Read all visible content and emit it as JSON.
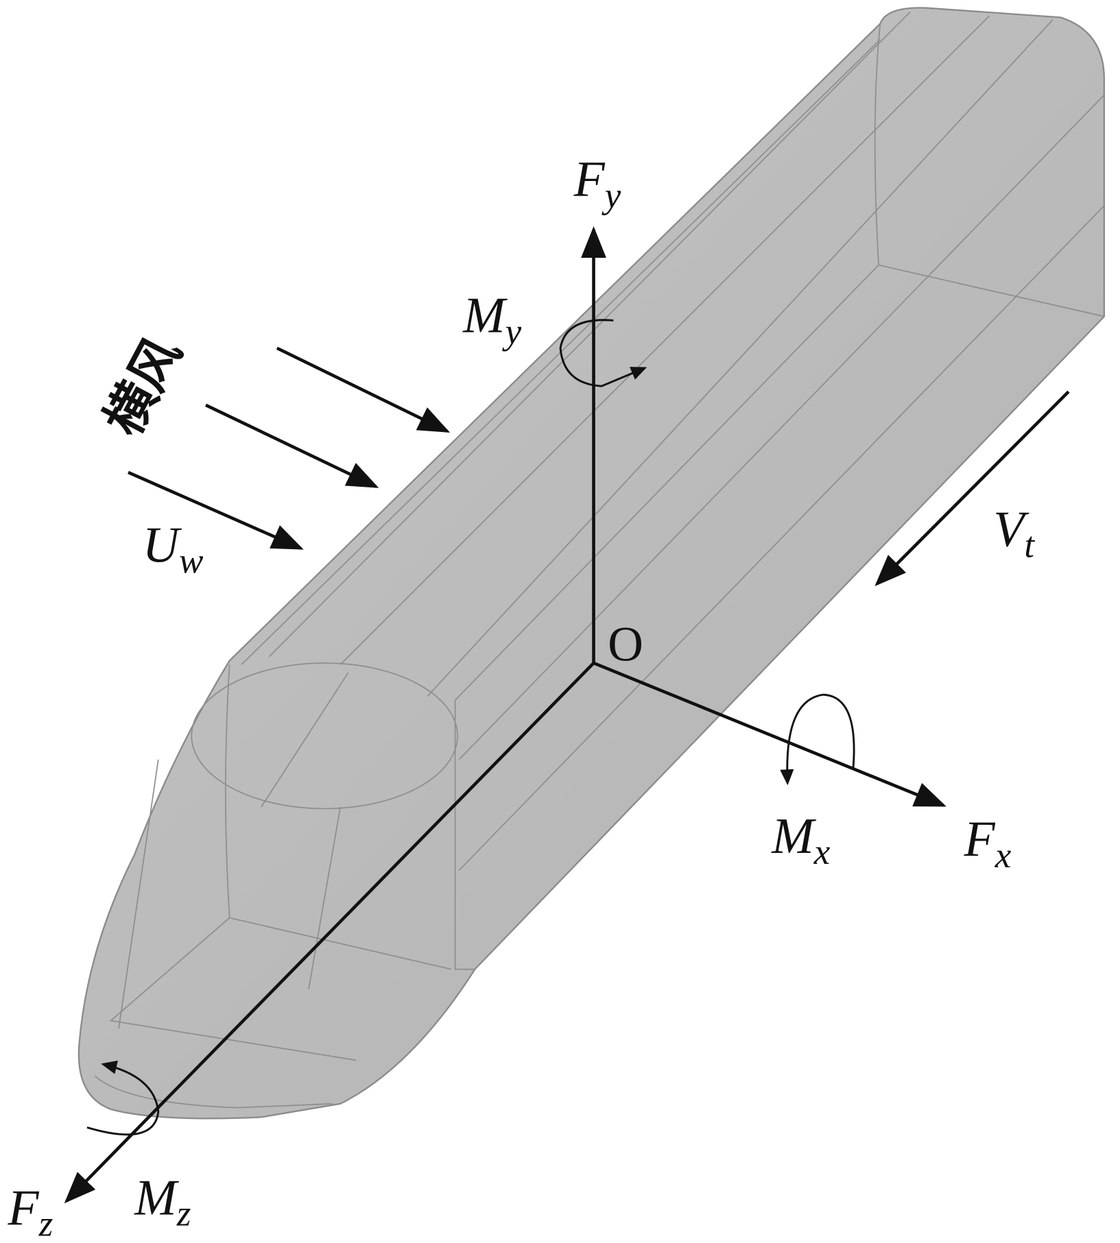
{
  "title": "Train aerodynamic force coordinate system under crosswind",
  "labels": {
    "origin": "O",
    "fy": {
      "main": "F",
      "sub": "y"
    },
    "fx": {
      "main": "F",
      "sub": "x"
    },
    "fz": {
      "main": "F",
      "sub": "z"
    },
    "my": {
      "main": "M",
      "sub": "y"
    },
    "mx": {
      "main": "M",
      "sub": "x"
    },
    "mz": {
      "main": "M",
      "sub": "z"
    },
    "uw": {
      "main": "U",
      "sub": "w"
    },
    "vt": {
      "main": "V",
      "sub": "t"
    },
    "crosswind": "横风"
  },
  "colors": {
    "train": "#b9b9b9",
    "axes": "#111111"
  }
}
